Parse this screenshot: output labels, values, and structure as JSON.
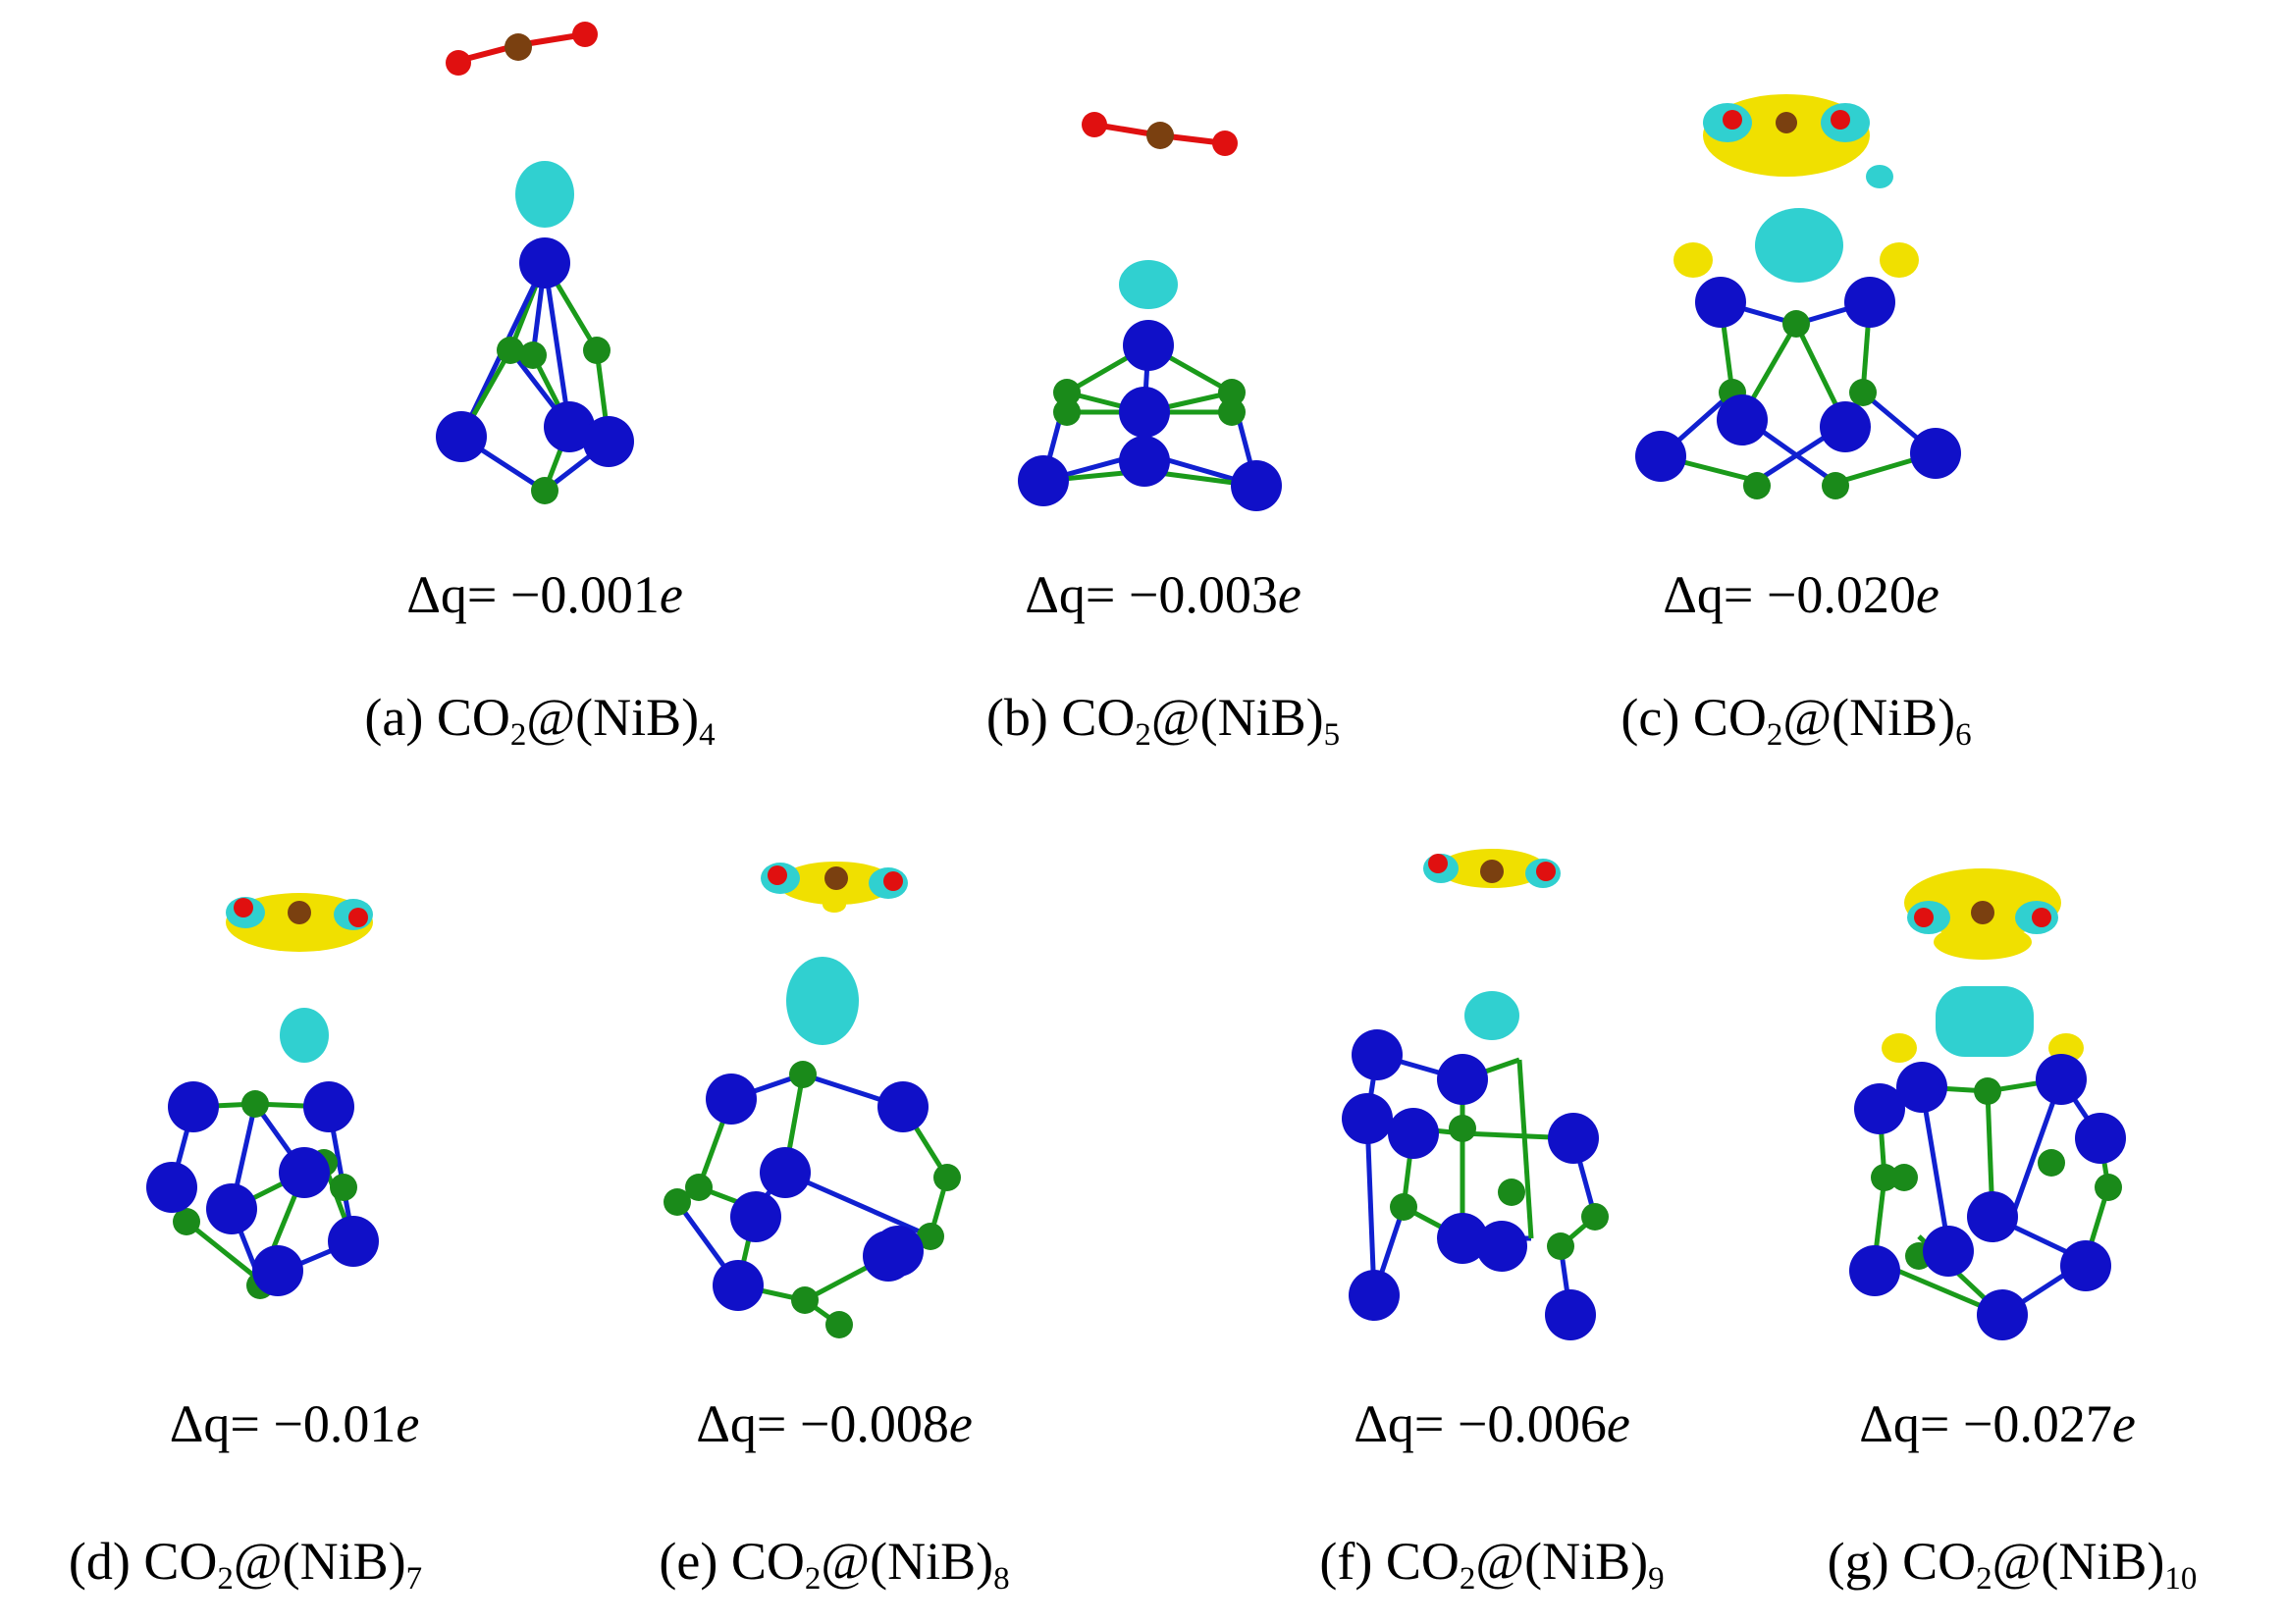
{
  "panels": [
    {
      "letter": "(a)",
      "formula": "CO",
      "sub1": "2",
      "at": "@(NiB)",
      "sub2": "4",
      "dq_prefix": "Δq= −0.001",
      "dq_unit": "e"
    },
    {
      "letter": "(b)",
      "formula": "CO",
      "sub1": "2",
      "at": "@(NiB)",
      "sub2": "5",
      "dq_prefix": "Δq= −0.003",
      "dq_unit": "e"
    },
    {
      "letter": "(c)",
      "formula": "CO",
      "sub1": "2",
      "at": "@(NiB)",
      "sub2": "6",
      "dq_prefix": "Δq= −0.020",
      "dq_unit": "e"
    },
    {
      "letter": "(d)",
      "formula": "CO",
      "sub1": "2",
      "at": "@(NiB)",
      "sub2": "7",
      "dq_prefix": "Δq= −0.01",
      "dq_unit": "e"
    },
    {
      "letter": "(e)",
      "formula": "CO",
      "sub1": "2",
      "at": "@(NiB)",
      "sub2": "8",
      "dq_prefix": "Δq= −0.008",
      "dq_unit": "e"
    },
    {
      "letter": "(f)",
      "formula": "CO",
      "sub1": "2",
      "at": "@(NiB)",
      "sub2": "9",
      "dq_prefix": "Δq= −0.006",
      "dq_unit": "e"
    },
    {
      "letter": "(g)",
      "formula": "CO",
      "sub1": "2",
      "at": "@(NiB)",
      "sub2": "10",
      "dq_prefix": "Δq= −0.027",
      "dq_unit": "e"
    }
  ],
  "colors": {
    "ni": "#1010c8",
    "b": "#1a8a1a",
    "o": "#e01010",
    "c": "#7a4010",
    "bond_ni": "#1020d0",
    "bond_b": "#1a9a1a",
    "charge_loss": "#30d0d0",
    "charge_gain": "#f0e000"
  }
}
